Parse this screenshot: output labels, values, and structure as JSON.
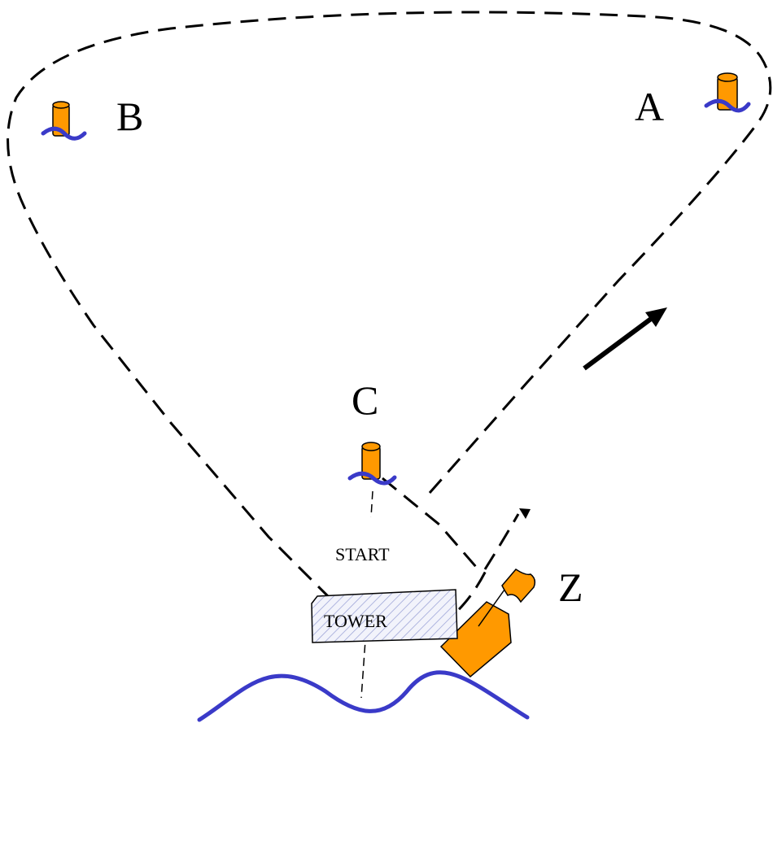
{
  "marks": {
    "a": "A",
    "b": "B",
    "c": "C",
    "z": "Z"
  },
  "start_label": "START",
  "tower_label": "TOWER",
  "colors": {
    "buoy": "#ff9900",
    "boat": "#ff9900",
    "water": "#3a3ac8",
    "tower_hatch": "#9aa2d6"
  }
}
